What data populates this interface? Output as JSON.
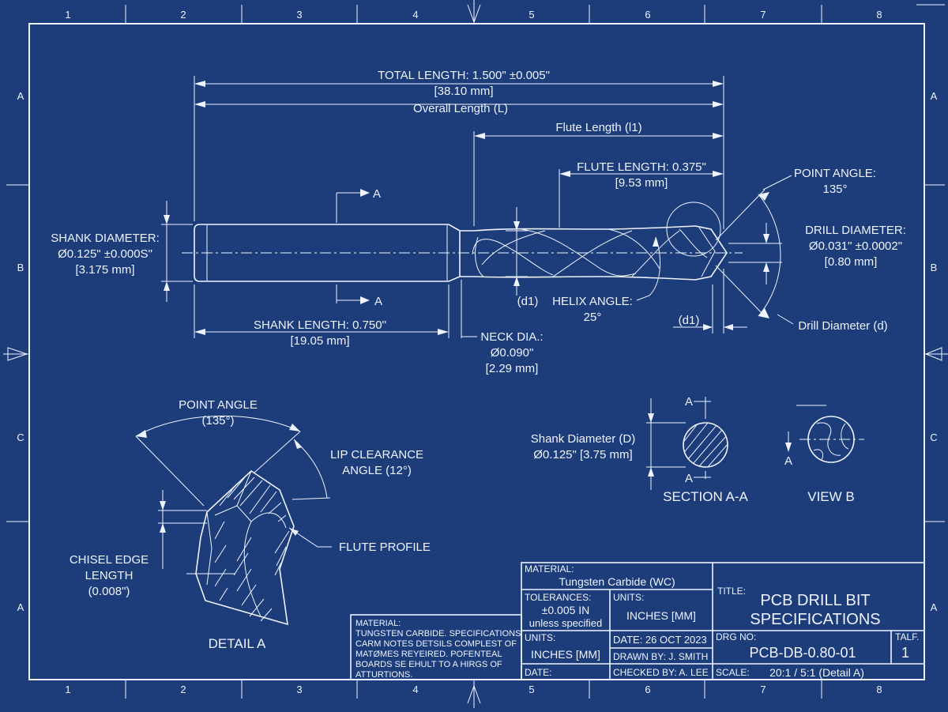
{
  "colors": {
    "background": "#1d3c7a",
    "ink": "#eef3ff"
  },
  "border": {
    "columns": [
      "1",
      "2",
      "3",
      "4",
      "5",
      "6",
      "7",
      "8"
    ],
    "rows": [
      "A",
      "B",
      "C",
      "A"
    ]
  },
  "main_view": {
    "total_length": "TOTAL LENGTH: 1.500\" ±0.005\"",
    "total_length_mm": "[38.10 mm]",
    "overall_length": "Overall Length (L)",
    "flute_length_l1": "Flute Length (l1)",
    "flute_length": "FLUTE LENGTH: 0.375\"",
    "flute_length_mm": "[9.53 mm]",
    "point_angle": "POINT ANGLE:",
    "point_angle_value": "135°",
    "drill_diameter": "DRILL DIAMETER:",
    "drill_diameter_value": "Ø0.031\" ±0.0002\"",
    "drill_diameter_mm": "[0.80 mm]",
    "shank_diameter": "SHANK DIAMETER:",
    "shank_diameter_value": "Ø0.125\" ±0.000S\"",
    "shank_diameter_mm": "[3.175 mm]",
    "section_a_top": "A",
    "section_a_bottom": "A",
    "d1_left": "(d1)",
    "helix_angle": "HELIX ANGLE:",
    "helix_angle_value": "25°",
    "d1_right": "(d1)",
    "drill_diameter_d": "Drill Diameter (d)",
    "shank_length": "SHANK LENGTH: 0.750\"",
    "shank_length_mm": "[19.05 mm]",
    "neck_dia": "NECK DIA.:",
    "neck_dia_value": "Ø0.090\"",
    "neck_dia_mm": "[2.29 mm]"
  },
  "detail_a": {
    "point_angle": "POINT ANGLE",
    "point_angle_value": "(135°)",
    "lip_clearance": "LIP CLEARANCE",
    "lip_clearance_value": "ANGLE (12°)",
    "flute_profile": "FLUTE PROFILE",
    "chisel_edge": "CHISEL EDGE",
    "chisel_edge_2": "LENGTH",
    "chisel_edge_value": "(0.008\")",
    "caption": "DETAIL A"
  },
  "section_view": {
    "label_top": "A",
    "label_bottom": "A",
    "shank_diameter": "Shank Diameter (D)",
    "shank_diameter_value": "Ø0.125\" [3.75 mm]",
    "caption": "SECTION A-A"
  },
  "view_b": {
    "arrow_label": "A",
    "caption": "VIEW B"
  },
  "notes_box": {
    "lines": [
      "MATERIAL:",
      "TUNGSTEN CARBIDE.  SPECIFICATIONS",
      "CARM NOTES DETSILS COMPLEST OF",
      "MATØMES REYEIRED. POFENTEAL",
      "BOARDS SE EHULT TO A HIRGS OF",
      "ATTURTIONS."
    ]
  },
  "title_block": {
    "material_label": "MATERIAL:",
    "material_value": "Tungsten Carbide (WC)",
    "tolerances_label": "TOLERANCES:",
    "tolerances_value": "±0.005 IN",
    "tolerances_value2": "unless specified",
    "units_label": "UNITS:",
    "units_value": "INCHES [MM]",
    "units_label2": "UNITS:",
    "units_value2": "INCHES [MM]",
    "date_label": "DATE:",
    "date_value": "DATE: 26 OCT 2023",
    "drawn_by": "DRAWN BY: J. SMITH",
    "checked_by": "CHECKED BY: A. LEE",
    "title_label": "TITLE:",
    "title_line1": "PCB DRILL BIT",
    "title_line2": "SPECIFICATIONS",
    "drg_label": "DRG NO:",
    "drg_value": "PCB-DB-0.80-01",
    "sheet_label": "TALF.",
    "sheet_value": "1",
    "scale_label": "SCALE:",
    "scale_value": "20:1 / 5:1 (Detail A)"
  }
}
